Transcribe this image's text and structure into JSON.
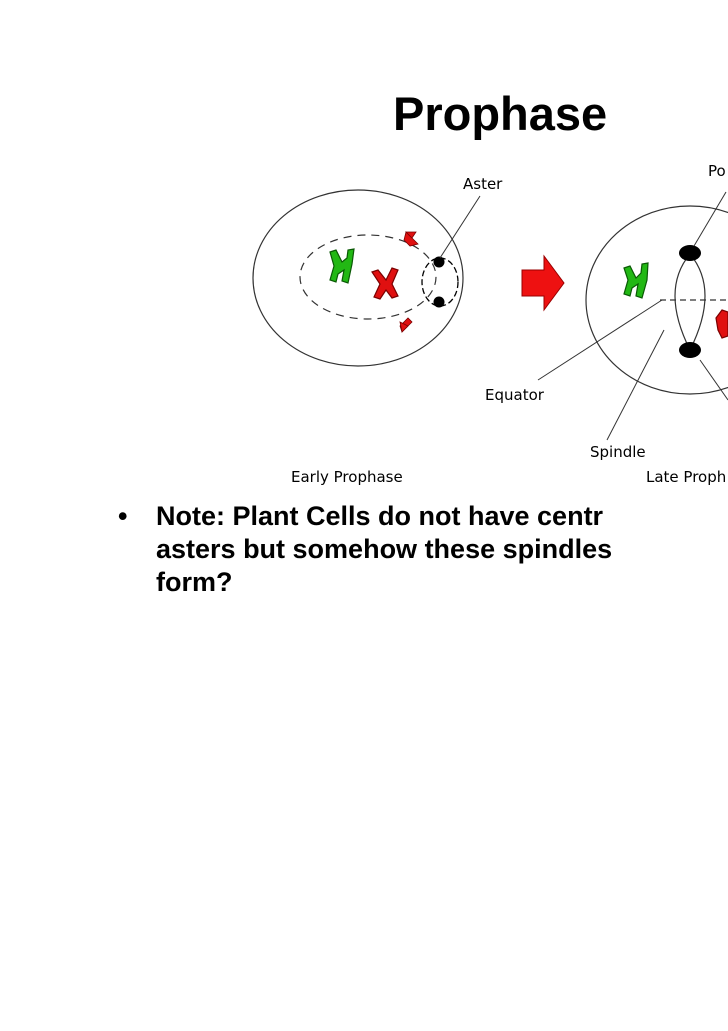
{
  "slide": {
    "title": "Prophase"
  },
  "diagram": {
    "labels": {
      "aster": "Aster",
      "pole": "Po",
      "equator": "Equator",
      "spindle": "Spindle",
      "early_prophase": "Early Prophase",
      "late_prophase": "Late Proph"
    },
    "colors": {
      "green_chromosome": "#22b814",
      "red_chromosome": "#e01010",
      "arrow": "#ee1111",
      "centrosome": "#000000"
    }
  },
  "bullet": {
    "symbol": "•",
    "lines": [
      "Note: Plant Cells do not have centr",
      "asters but somehow these spindles",
      "form?"
    ]
  }
}
